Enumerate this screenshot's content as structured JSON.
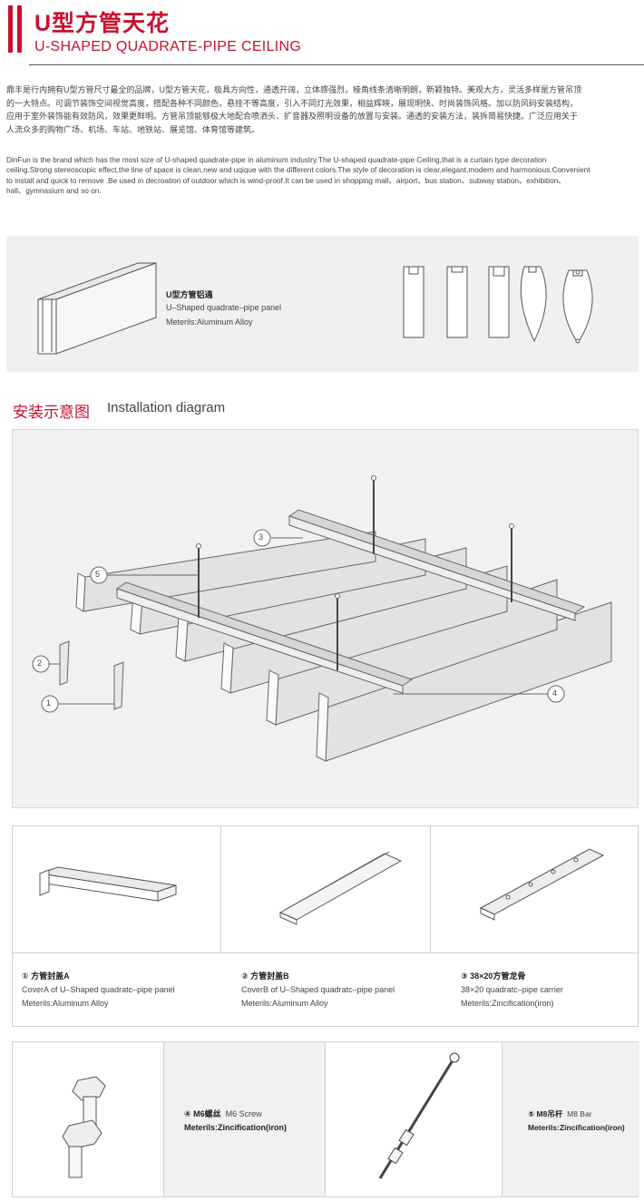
{
  "header": {
    "title_cn": "U型方管天花",
    "title_en": "U-SHAPED QUADRATE-PIPE CEILING"
  },
  "intro": {
    "cn_lines": [
      "鼎丰是行内拥有U型方管尺寸最全的品牌，U型方管天花，极具方向性，通透开阔，立体感强烈，棱角线条清晰明朗，新颖独特。美观大方，灵活多样是方管吊顶",
      "的一大特点。可调节装饰空间视觉高度，搭配各种不同颜色，悬挂不等高度，引入不同灯光效果，相益辉映，展现明快、时尚装饰风格。加以防风码安装结构，",
      "应用于室外装饰能有效防风，效果更鲜明。方管吊顶能够极大地配合喷洒头、扩音器及照明设备的放置与安装。通透的安装方法，装拆简易快捷。广泛应用关于",
      "人流众多的购物广场、机场、车站、地铁站、展览馆、体育馆等建筑。"
    ],
    "en_lines": [
      "DinFun is the brand which has the most size of  U-shaped quadrate-pipe in aluminum industry.The U-shaped quadrate-pipe Ceiling,that is a curtain type decoration",
      "ceiling.Strong stereoscopic effect,the line of space is clean,new and uqique with the different colors.The style of decoration is clear,elegant,modern and harmonious.Convenient",
      "to install and quick to remove .Be used in decroation of outdoor which is wind-proof.It can be used in shopping mall、airport、bus station、subway station、exhibition、",
      "hall、gymnasium and so on."
    ]
  },
  "panel": {
    "name_cn": "U型方管铝通",
    "name_en": "U–Shaped quadrate–pipe panel",
    "material": "Meterils:Aluminum Alloy"
  },
  "installation": {
    "title_cn": "安装示意图",
    "title_en": "Installation  diagram",
    "callouts": [
      "1",
      "2",
      "3",
      "4",
      "5"
    ]
  },
  "parts_row1": [
    {
      "title": "① 方管封盖A",
      "desc": "CoverA of U–Shaped quadratc–pipe panel",
      "material": "Meterils:Aluminum Alloy"
    },
    {
      "title": "② 方管封盖B",
      "desc": "CoverB of U–Shaped quadratc–pipe panel",
      "material": "Meterils:Aluminum Alloy"
    },
    {
      "title": "③ 38×20方管龙骨",
      "desc": "38×20 quadratc–pipe carrier",
      "material": "Meterils:Zincification(iron)"
    }
  ],
  "parts_row2": [
    {
      "title_cn": "④ M6螺丝",
      "title_en": "M6 Screw",
      "material": "Meterils:Zincification(iron)"
    },
    {
      "title_cn": "⑤ M8吊杆",
      "title_en": "M8 Bar",
      "material": "Meterils:Zincification(iron)"
    }
  ]
}
